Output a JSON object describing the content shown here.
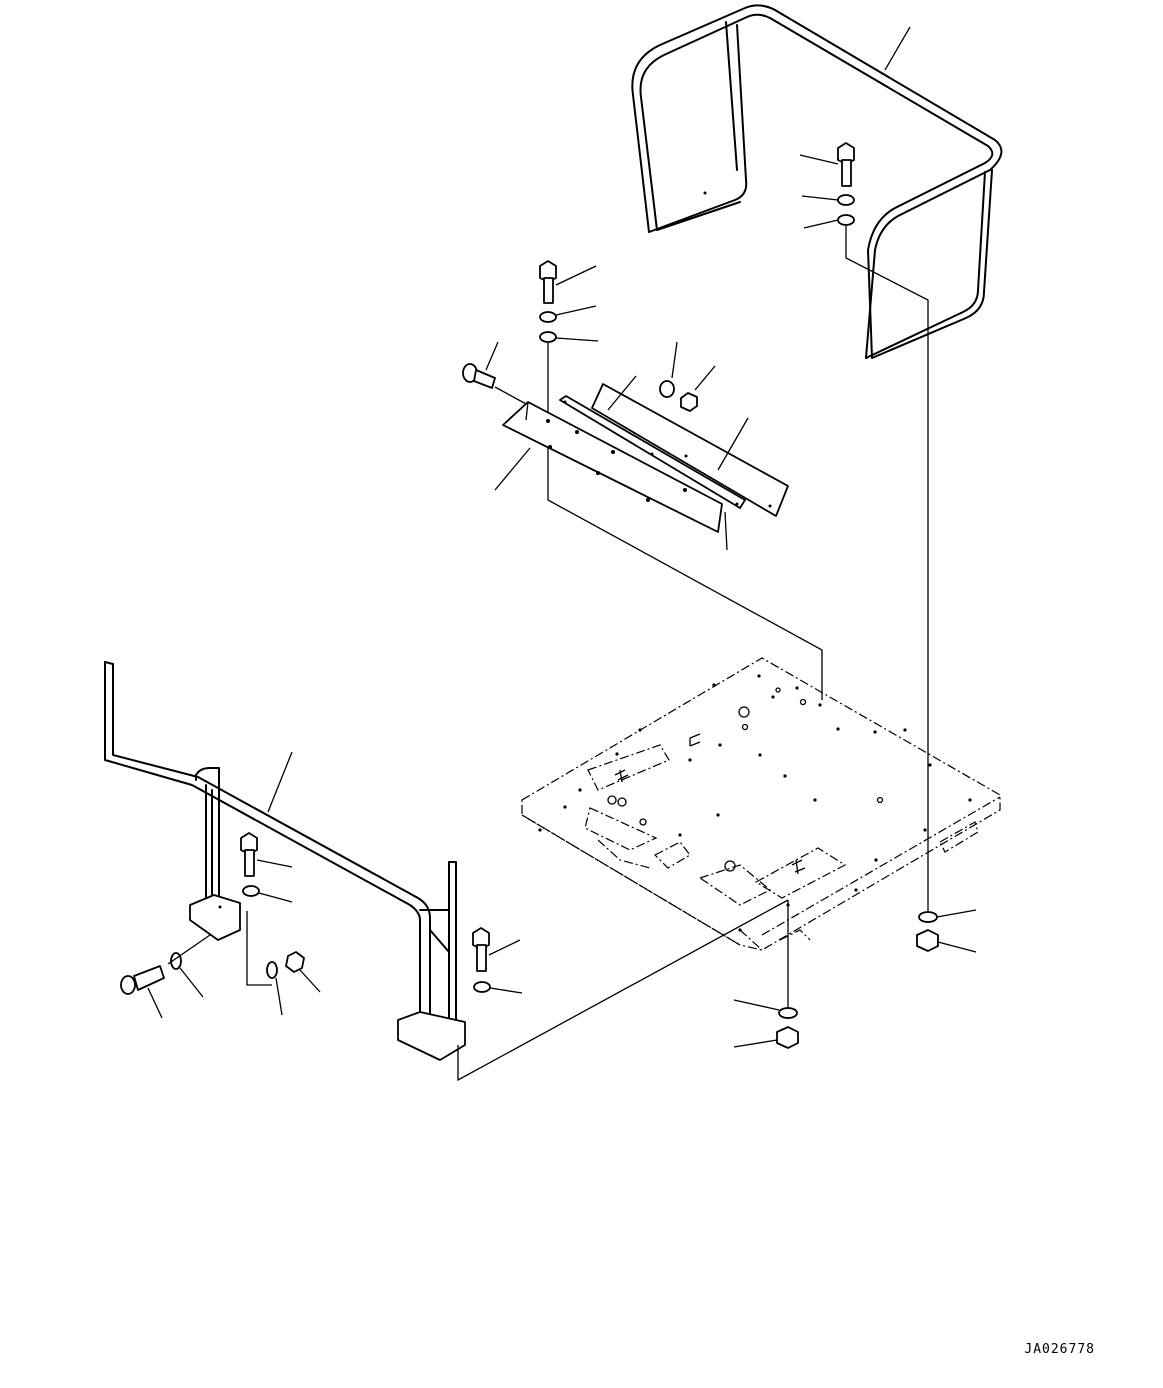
{
  "drawing": {
    "id_label": "JA026778"
  },
  "parts": [
    "upper-guard-rail",
    "side-guard-rail",
    "floor-plate",
    "mounting-strips",
    "bolts",
    "washers",
    "nuts"
  ]
}
